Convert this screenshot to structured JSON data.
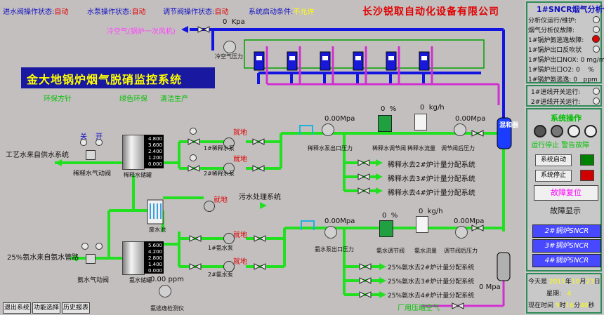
{
  "header": {
    "inlet_valve_status_label": "进水阀操作状态:",
    "inlet_valve_status_value": "自动",
    "pump_status_label": "水泵操作状态:",
    "pump_status_value": "自动",
    "regulator_status_label": "调节阀操作状态:",
    "regulator_status_value": "自动",
    "start_condition_label": "系统启动条件:",
    "start_condition_value": "不允许",
    "company": "长沙锐取自动化设备有限公司",
    "main_title": "金大地锅炉烟气脱硝监控系统",
    "slogans": [
      "环保方针",
      "绿色环保",
      "清洁生产"
    ]
  },
  "air": {
    "label": "冷空气(锅炉一次风机)",
    "pressure_value": "0",
    "pressure_unit": "Kpa",
    "pressure_label": "冷空气压力"
  },
  "process_water": {
    "label": "工艺水来自供水系统",
    "valve_off": "关",
    "valve_on": "开",
    "valve_label": "稀释水气动阀",
    "tank_label": "稀释水储罐",
    "tank_scale": [
      "4.800",
      "3.600",
      "2.400",
      "1.200",
      "0.000"
    ],
    "pump1_label": "1#稀释水泵",
    "pump2_label": "2#稀释水泵",
    "pump1_state": "就地",
    "pump2_state": "就地",
    "out_pressure_value": "0.00",
    "out_pressure_unit": "Mpa",
    "out_pressure_label": "稀释水泵出口压力",
    "reg_valve_pct": "0",
    "pct_unit": "%",
    "reg_valve_label": "稀释水调节阀",
    "flow_value": "0",
    "flow_unit": "kg/h",
    "flow_label": "稀释水流量",
    "after_valve_value": "0.00",
    "after_valve_unit": "Mpa",
    "after_valve_label": "调节阀后压力",
    "branches": [
      "稀释水去2#炉计量分配系统",
      "稀释水去3#炉计量分配系统",
      "稀释水去4#炉计量分配系统"
    ],
    "mixer": "混和器"
  },
  "wash": {
    "pool_label": "废水池",
    "pump_state": "就地",
    "sewage_label": "污水处理系统"
  },
  "ammonia": {
    "label": "25%氨水来自氨水管路",
    "valve_label": "氨水气动阀",
    "tank_label": "氨水储罐",
    "tank_scale": [
      "5.600",
      "4.200",
      "2.800",
      "1.400",
      "0.000"
    ],
    "pump1_label": "1#氨水泵",
    "pump2_label": "2#氨水泵",
    "pump1_state": "就地",
    "pump2_state": "就地",
    "out_pressure_value": "0.00",
    "out_pressure_unit": "Mpa",
    "out_pressure_label": "氨水泵出口压力",
    "reg_valve_pct": "0",
    "pct_unit": "%",
    "reg_valve_label": "氨水调节阀",
    "flow_value": "0",
    "flow_unit": "kg/h",
    "flow_label": "氨水流量",
    "after_valve_value": "0.00",
    "after_valve_unit": "Mpa",
    "after_valve_label": "调节阀后压力",
    "branches": [
      "25%氨水去2#炉计量分配系统",
      "25%氨水去3#炉计量分配系统",
      "25%氨水去4#炉计量分配系统"
    ],
    "leak_value": "0.00",
    "leak_unit": "ppm",
    "leak_label": "氨逃逸检测仪",
    "compressed_air_label": "厂用压缩空气",
    "compressed_air_value": "0",
    "compressed_air_unit": "Mpa"
  },
  "analyzer": {
    "title": "1#SNCR烟气分析仪",
    "rows": [
      {
        "label": "分析仪运行/维护:"
      },
      {
        "label": "烟气分析仪故障:"
      },
      {
        "label": "1#锅炉氨逃逸故障:"
      },
      {
        "label": "1#锅炉出口反吹状"
      },
      {
        "label": "1#锅炉出口NOX:",
        "value": "0",
        "unit": "mg/m"
      },
      {
        "label": "1#锅炉出口O2:",
        "value": "0",
        "unit": "%"
      },
      {
        "label": "1#锅炉氨逃逸:",
        "value": "0",
        "unit": "ppm"
      }
    ]
  },
  "switches": {
    "row1": "1#进线开关运行:",
    "row2": "2#进线开关运行:"
  },
  "system_ops": {
    "title": "系统操作",
    "lamp_labels": [
      "运行",
      "停止",
      "警告",
      "故障"
    ],
    "start_label": "系统启动",
    "stop_label": "系统停止",
    "fault_reset": "故障复位",
    "fault_display": "故障显示",
    "sncr_buttons": [
      "2#锅炉SNCR",
      "3#锅炉SNCR",
      "4#锅炉SNCR"
    ]
  },
  "datetime": {
    "today_label": "今天是",
    "year": "2015",
    "year_unit": "年",
    "month": "10",
    "month_unit": "月",
    "day": "23",
    "day_unit": "日",
    "weekday_label": "星期:",
    "weekday": "4",
    "time_label": "现在时间",
    "hour": "9",
    "hour_unit": "时",
    "minute": "16",
    "minute_unit": "分",
    "second": "40",
    "second_unit": "秒"
  },
  "menu": {
    "exit": "退出系统",
    "functions": "功能选择",
    "history": "历史报表"
  },
  "colors": {
    "background": "#c4bfbf",
    "water_pipe": "#20e020",
    "air_pipe": "#1010e0",
    "ammonia_pipe": "#d030d0",
    "title_banner": "#1818a0",
    "sncr_button": "#4848ff"
  }
}
